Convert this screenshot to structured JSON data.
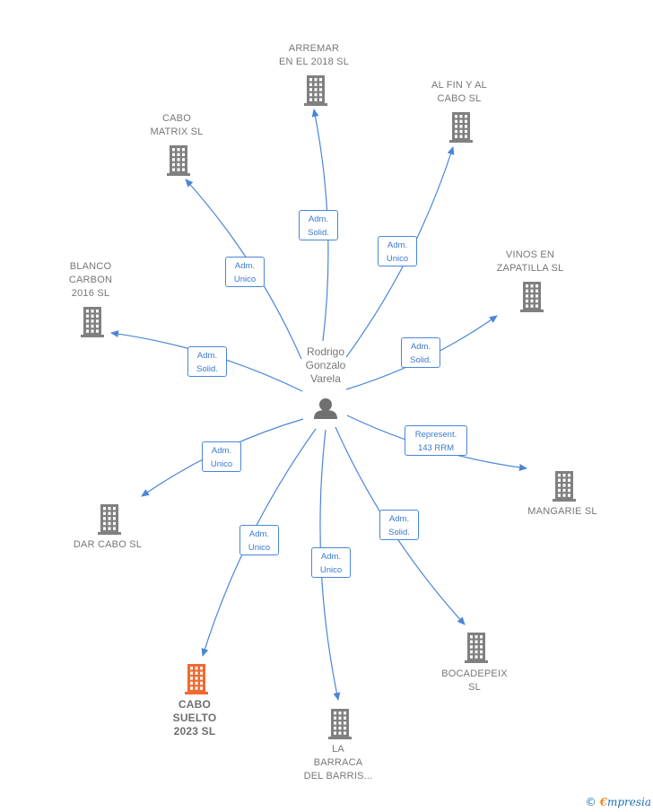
{
  "center": {
    "name": "Rodrigo\nGonzalo\nVarela",
    "icon": "person-icon"
  },
  "colors": {
    "line": "#4a86d8",
    "building": "#808080",
    "highlight": "#f26a2e"
  },
  "companies": [
    {
      "id": "arremar",
      "name": "ARREMAR\nEN EL 2018  SL",
      "relation": "Adm.\nSolid.",
      "highlight": false
    },
    {
      "id": "al-fin",
      "name": "AL FIN Y AL\nCABO  SL",
      "relation": "Adm.\nUnico",
      "highlight": false
    },
    {
      "id": "cabo-matrix",
      "name": "CABO\nMATRIX  SL",
      "relation": "Adm.\nUnico",
      "highlight": false
    },
    {
      "id": "vinos",
      "name": "VINOS EN\nZAPATILLA  SL",
      "relation": "Adm.\nSolid.",
      "highlight": false
    },
    {
      "id": "blanco",
      "name": "BLANCO\nCARBON\n2016  SL",
      "relation": "Adm.\nSolid.",
      "highlight": false
    },
    {
      "id": "mangarie",
      "name": "MANGARIE  SL",
      "relation": "Represent.\n143 RRM",
      "highlight": false
    },
    {
      "id": "dar-cabo",
      "name": "DAR CABO  SL",
      "relation": "Adm.\nUnico",
      "highlight": false
    },
    {
      "id": "bocadepeix",
      "name": "BOCADEPEIX\nSL",
      "relation": "Adm.\nSolid.",
      "highlight": false
    },
    {
      "id": "cabo-suelto",
      "name": "CABO\nSUELTO\n2023  SL",
      "relation": "Adm.\nUnico",
      "highlight": true
    },
    {
      "id": "la-barraca",
      "name": "LA\nBARRACA\nDEL BARRIS...",
      "relation": "Adm.\nUnico",
      "highlight": false
    }
  ],
  "footer": {
    "copyright": "©",
    "brand_e": "€",
    "brand_rest": "mpresia"
  }
}
